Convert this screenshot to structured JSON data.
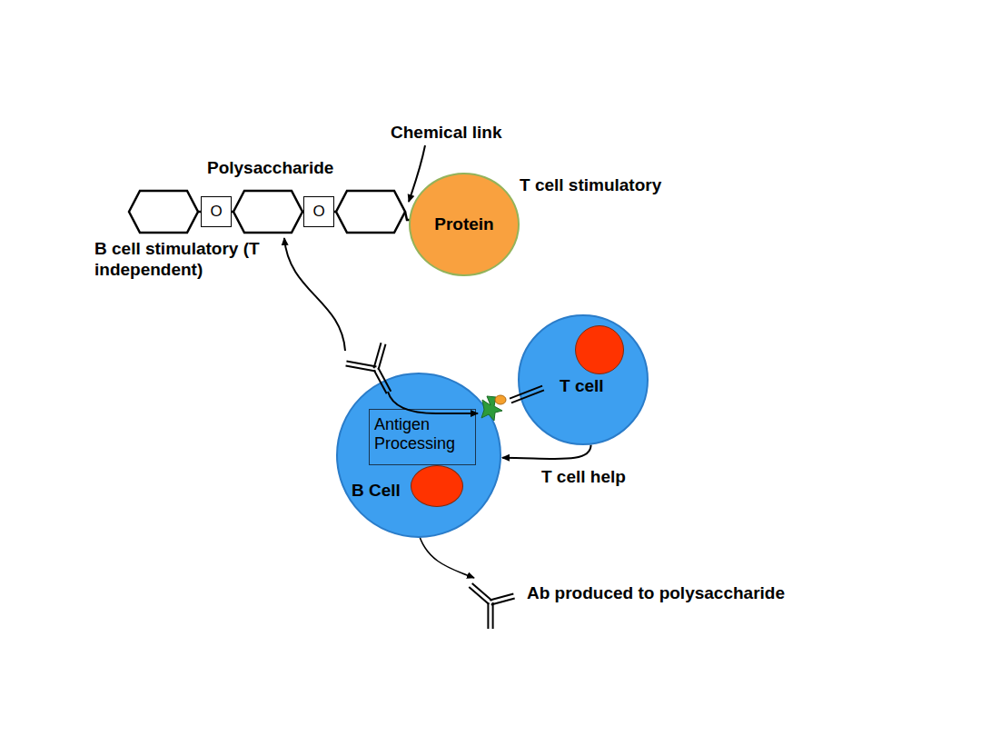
{
  "diagram": {
    "nodes": [
      {
        "text": [
          "O"
        ]
      },
      {
        "text": [
          "O"
        ]
      },
      {
        "text": [
          "Protein"
        ]
      },
      {
        "text": [
          "T cell"
        ]
      },
      {
        "text": [
          "B Cell"
        ]
      },
      {
        "text": [
          "Antigen Processing"
        ],
        "in": 4
      }
    ],
    "edges": [
      {
        "from": 3,
        "to": 4,
        "arrow": "to",
        "label": "T cell help"
      }
    ],
    "labels": [
      "Chemical link",
      "Polysaccharide",
      "T cell stimulatory",
      "B cell stimulatory (T independent)",
      "Ab produced to polysaccharide"
    ]
  }
}
